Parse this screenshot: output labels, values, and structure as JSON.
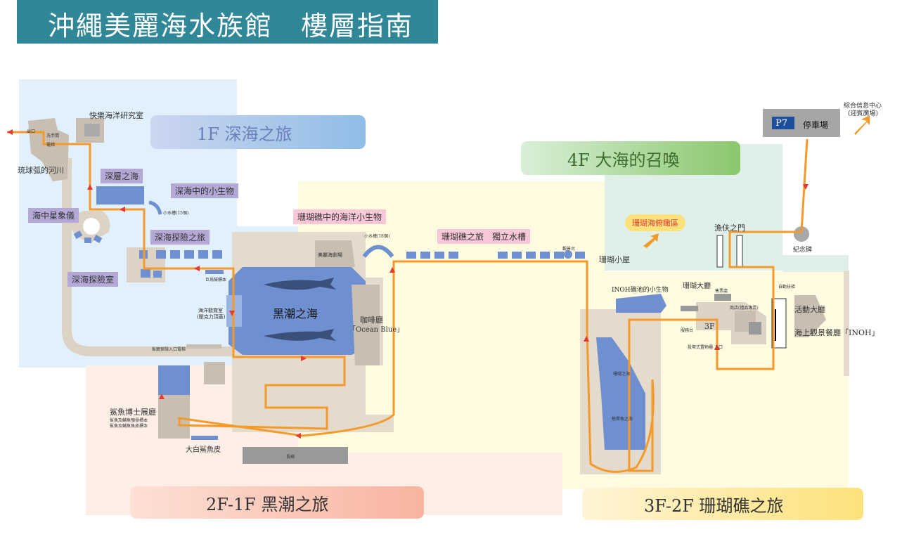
{
  "title": "沖繩美麗海水族館　樓層指南",
  "floors": {
    "f1": "1F 深海之旅",
    "f4": "4F 大海的召喚",
    "f2_1": "2F-1F 黑潮之旅",
    "f3_2": "3F-2F 珊瑚礁之旅"
  },
  "labels": {
    "happy_lab": "快樂海洋研究室",
    "ryukyu_river": "琉球弧的河川",
    "exit": "出口",
    "deep_layer": "深層之海",
    "deep_small": "深海中的小生物",
    "small_tank_15": "小水槽(15個)",
    "planetarium": "海中星象儀",
    "deep_explore_trip": "深海探險之旅",
    "deep_explore_room": "深海探險室",
    "kuroshio_sea": "黑潮之海",
    "cafe": "咖啡廳",
    "cafe_en": "「Ocean Blue」",
    "ocean_theater": "海洋觀賞室",
    "ocean_theater_sub": "(壓克力頂蓋)",
    "coral_small": "珊瑚礁中的海洋小生物",
    "small_tank_18": "小水槽(18個)",
    "theater": "美麗海劇場",
    "coral_trip": "珊瑚礁之旅　獨立水槽",
    "coral_hut": "珊瑚小屋",
    "coral_view": "珊瑚海俯瞰區",
    "fishing_gate": "漁伕之門",
    "monument": "紀念碑",
    "parking_code": "P7",
    "parking": "停車場",
    "info_center": "綜合信息中心",
    "info_center_sub": "(迎賓廣場)",
    "inoh_pond": "INOH礁池的小生物",
    "coral_hall": "珊瑚大廳",
    "event_hall": "活動大廳",
    "restaurant": "海上觀景餐廳「INOH」",
    "escalator": "自動扶梯",
    "floor_3f": "3F",
    "entrance": "入口",
    "ticket": "售票處",
    "service": "服務台",
    "coin_locker": "投幣式置物櫃",
    "shop": "商店(禮品專賣)",
    "shark_hall": "鯊魚博士展廳",
    "shark_sub1": "鯊魚及鯆魚顎骨標本",
    "shark_sub2": "鯊魚及鯆魚魚皮標本",
    "white_shark": "大白鯊魚皮",
    "bench": "長椅",
    "coral_sea": "珊瑚之海",
    "tropical_sea": "熱帶魚之海",
    "shark_entrance": "鯊鰓探險入口電梯",
    "giant_squid": "巨烏賊標本",
    "observation": "觀景台",
    "washroom": "洗手間",
    "elevator": "電梯"
  },
  "colors": {
    "title_bg": "#2f8797",
    "route": "#f39a2b",
    "tank": "#6e8fd0",
    "zone_deep": "#e1f0fb",
    "zone_kuroshio": "#fdeee6",
    "zone_coral": "#fffbe0",
    "zone_call": "#dff0e8"
  }
}
